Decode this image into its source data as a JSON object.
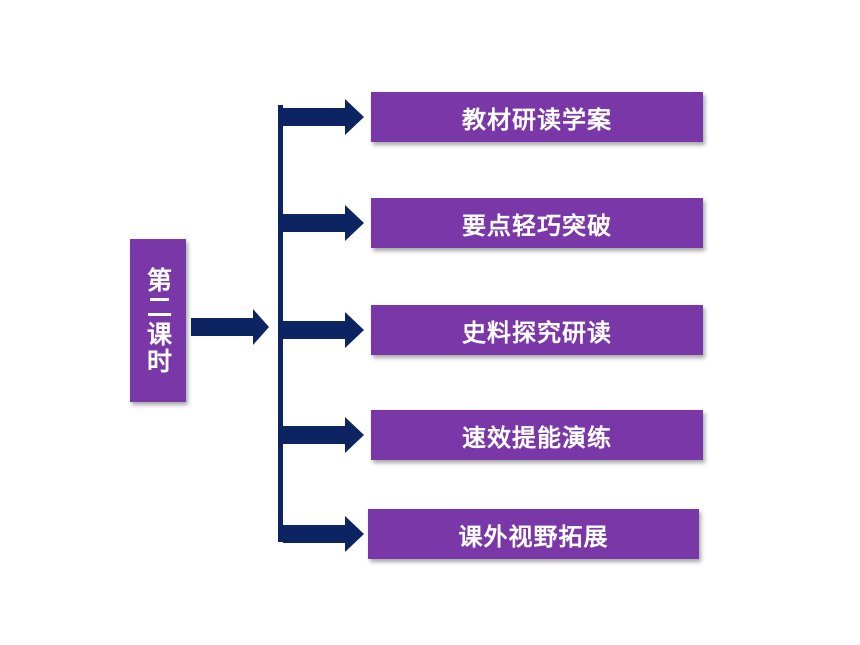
{
  "root": {
    "label": "第二课时"
  },
  "items": [
    {
      "label": "教材研读学案"
    },
    {
      "label": "要点轻巧突破"
    },
    {
      "label": "史料探究研读"
    },
    {
      "label": "速效提能演练"
    },
    {
      "label": "课外视野拓展"
    }
  ],
  "colors": {
    "box_fill": "#7a37a8",
    "arrow_fill": "#0d2463",
    "text": "#ffffff"
  }
}
